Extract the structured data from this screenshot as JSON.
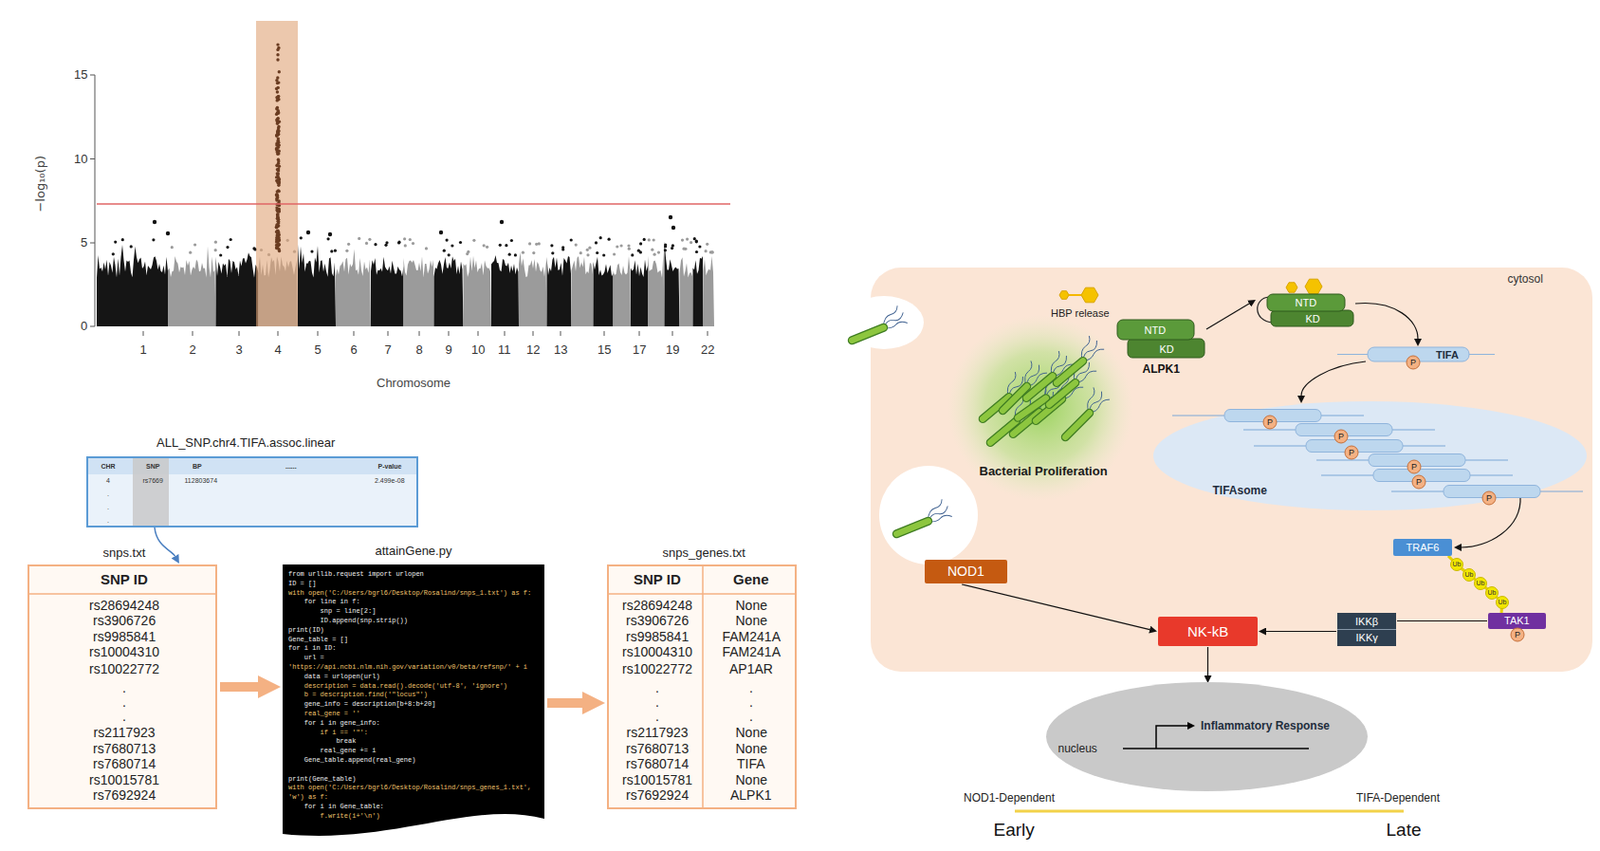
{
  "diagram": {
    "nodes": [
      {
        "text": [
          "ALL_SNP.chr4.TIFA.assoc.linear",
          "CHR",
          "SNP",
          "BP",
          "......",
          "P-value",
          "4",
          "rs7669",
          "112803674",
          "2.499e-08",
          ".",
          ".",
          "."
        ]
      },
      {
        "text": [
          "snps.txt",
          "SNP ID",
          "rs28694248",
          "rs3906726",
          "rs9985841",
          "rs10004310",
          "rs10022772",
          ".",
          ".",
          ".",
          "rs2117923",
          "rs7680713",
          "rs7680714",
          "rs10015781",
          "rs7692924"
        ]
      },
      {
        "text": [
          "attainGene.py",
          "from urllib.request import urlopen",
          "ID = []",
          "with open('C:/Users/bgrl6/Desktop/Rosalind/snps_1.txt') as f:",
          "    for line in f:",
          "        snp = line[2:]",
          "        ID.append(snp.strip())",
          "print(ID)",
          "Gene_table = []",
          "for i in ID:",
          "    url =",
          "'https://api.ncbi.nlm.nih.gov/variation/v0/beta/refsnp/' + i",
          "    data = urlopen(url)",
          "    description = data.read().decode('utf-8', 'ignore')",
          "    b = description.find('\"locus\"')",
          "    gene_info = description[b+8:b+20]",
          "    real_gene = ''",
          "    for i in gene_info:",
          "        if i == '\"':",
          "            break",
          "        real_gene += i",
          "    Gene_table.append(real_gene)",
          "print(Gene_table)",
          "with open('C:/Users/bgrl6/Desktop/Rosalind/snps_genes_1.txt',",
          "'w') as f:",
          "    for i in Gene_table:",
          "        f.write(i+'\\n')"
        ]
      },
      {
        "text": [
          "snps_genes.txt",
          "SNP ID",
          "Gene",
          "rs28694248",
          "None",
          "rs3906726",
          "None",
          "rs9985841",
          "FAM241A",
          "rs10004310",
          "FAM241A",
          "rs10022772",
          "AP1AR",
          ".",
          ".",
          ".",
          ".",
          ".",
          ".",
          "rs2117923",
          "None",
          "rs7680713",
          "None",
          "rs7680714",
          "TIFA",
          "rs10015781",
          "None",
          "rs7692924",
          "ALPK1"
        ]
      },
      {
        "text": [
          "cytosol"
        ]
      },
      {
        "text": [
          "NTD",
          "KD",
          "ALPK1"
        ],
        "in": 4
      },
      {
        "text": [
          "NTD",
          "KD"
        ],
        "in": 4
      },
      {
        "text": [
          "P",
          "TIFA"
        ],
        "in": 4
      },
      {
        "text": [
          "P",
          "P",
          "P",
          "P",
          "P",
          "P",
          "TIFAsome"
        ],
        "in": 4
      },
      {
        "text": [
          "TRAF6"
        ],
        "in": 4
      },
      {
        "text": [
          "Ub"
        ],
        "in": 4
      },
      {
        "text": [
          "Ub"
        ],
        "in": 4
      },
      {
        "text": [
          "Ub"
        ],
        "in": 4
      },
      {
        "text": [
          "Ub"
        ],
        "in": 4
      },
      {
        "text": [
          "Ub"
        ],
        "in": 4
      },
      {
        "text": [
          "TAK1",
          "P"
        ],
        "in": 4
      },
      {
        "text": [
          "IKKβ",
          "IKKγ"
        ],
        "in": 4
      },
      {
        "text": [
          "NOD1"
        ],
        "in": 4
      },
      {
        "text": [
          "NK-kB"
        ],
        "in": 4
      },
      {
        "text": [
          "nucleus",
          "Inflammatory Response"
        ]
      }
    ],
    "edges": [
      {
        "from": 0,
        "to": 1,
        "arrow": "to"
      },
      {
        "from": 1,
        "to": 2,
        "arrow": "to"
      },
      {
        "from": 2,
        "to": 3,
        "arrow": "to"
      },
      {
        "from": 5,
        "to": 6,
        "arrow": "to"
      },
      {
        "from": 6,
        "to": 7,
        "arrow": "to"
      },
      {
        "from": 7,
        "to": 8,
        "arrow": "to"
      },
      {
        "from": 8,
        "to": 9,
        "arrow": "to"
      },
      {
        "from": 9,
        "to": 15,
        "arrow": "none"
      },
      {
        "from": 15,
        "to": 16,
        "arrow": "none"
      },
      {
        "from": 16,
        "to": 18,
        "arrow": "to"
      },
      {
        "from": 17,
        "to": 18,
        "arrow": "to"
      },
      {
        "from": 18,
        "to": 19,
        "arrow": "to"
      }
    ],
    "labels": [
      "15",
      "10",
      "5",
      "0",
      "−log₁₀(p)",
      "1",
      "2",
      "3",
      "4",
      "5",
      "6",
      "7",
      "8",
      "9",
      "10",
      "11",
      "12",
      "13",
      "15",
      "17",
      "19",
      "22",
      "Chromosome",
      "HBP release",
      "Bacterial Proliferation",
      "NOD1-Dependent",
      "TIFA-Dependent",
      "Early",
      "Late"
    ]
  }
}
